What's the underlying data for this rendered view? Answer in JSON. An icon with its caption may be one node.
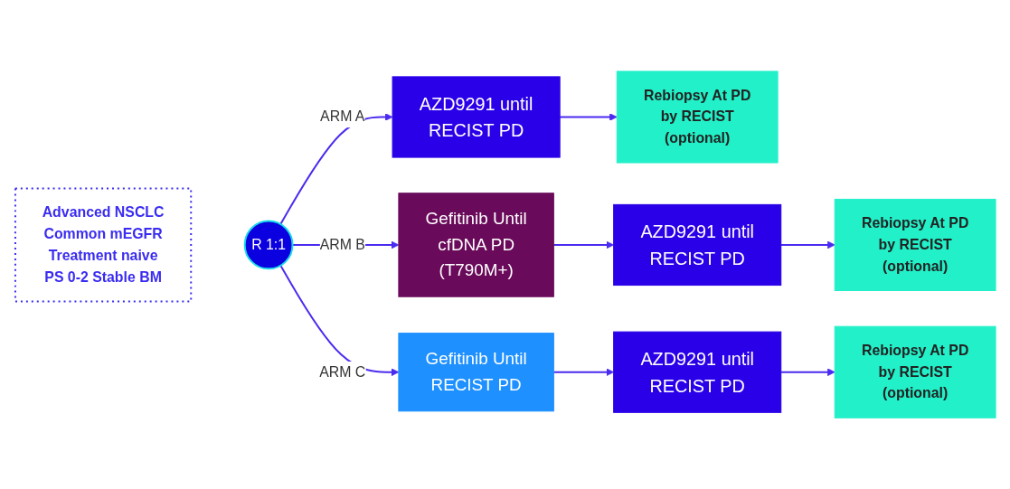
{
  "diagram": {
    "nodes": [
      {
        "text": [
          "Advanced NSCLC Common mEGFR Treatment naive PS 0-2 Stable BM"
        ]
      },
      {
        "text": [
          "R 1:1"
        ]
      },
      {
        "text": [
          "AZD9291 until RECIST PD"
        ]
      },
      {
        "text": [
          "Rebiopsy At PD by RECIST (optional)"
        ]
      },
      {
        "text": [
          "Gefitinib Until cfDNA PD (T790M+)"
        ]
      },
      {
        "text": [
          "AZD9291 until RECIST PD"
        ]
      },
      {
        "text": [
          "Rebiopsy At PD by RECIST (optional)"
        ]
      },
      {
        "text": [
          "Gefitinib Until RECIST PD"
        ]
      },
      {
        "text": [
          "AZD9291 until RECIST PD"
        ]
      },
      {
        "text": [
          "Rebiopsy At PD by RECIST (optional)"
        ]
      }
    ],
    "edges": [
      {
        "from": 1,
        "to": 2,
        "arrow": "to",
        "label": "ARM A"
      },
      {
        "from": 1,
        "to": 4,
        "arrow": "to",
        "label": "ARM B"
      },
      {
        "from": 1,
        "to": 7,
        "arrow": "to",
        "label": "ARM C"
      },
      {
        "from": 2,
        "to": 3,
        "arrow": "to"
      },
      {
        "from": 4,
        "to": 5,
        "arrow": "to"
      },
      {
        "from": 5,
        "to": 6,
        "arrow": "to"
      },
      {
        "from": 7,
        "to": 8,
        "arrow": "to"
      },
      {
        "from": 8,
        "to": 9,
        "arrow": "to"
      }
    ]
  }
}
